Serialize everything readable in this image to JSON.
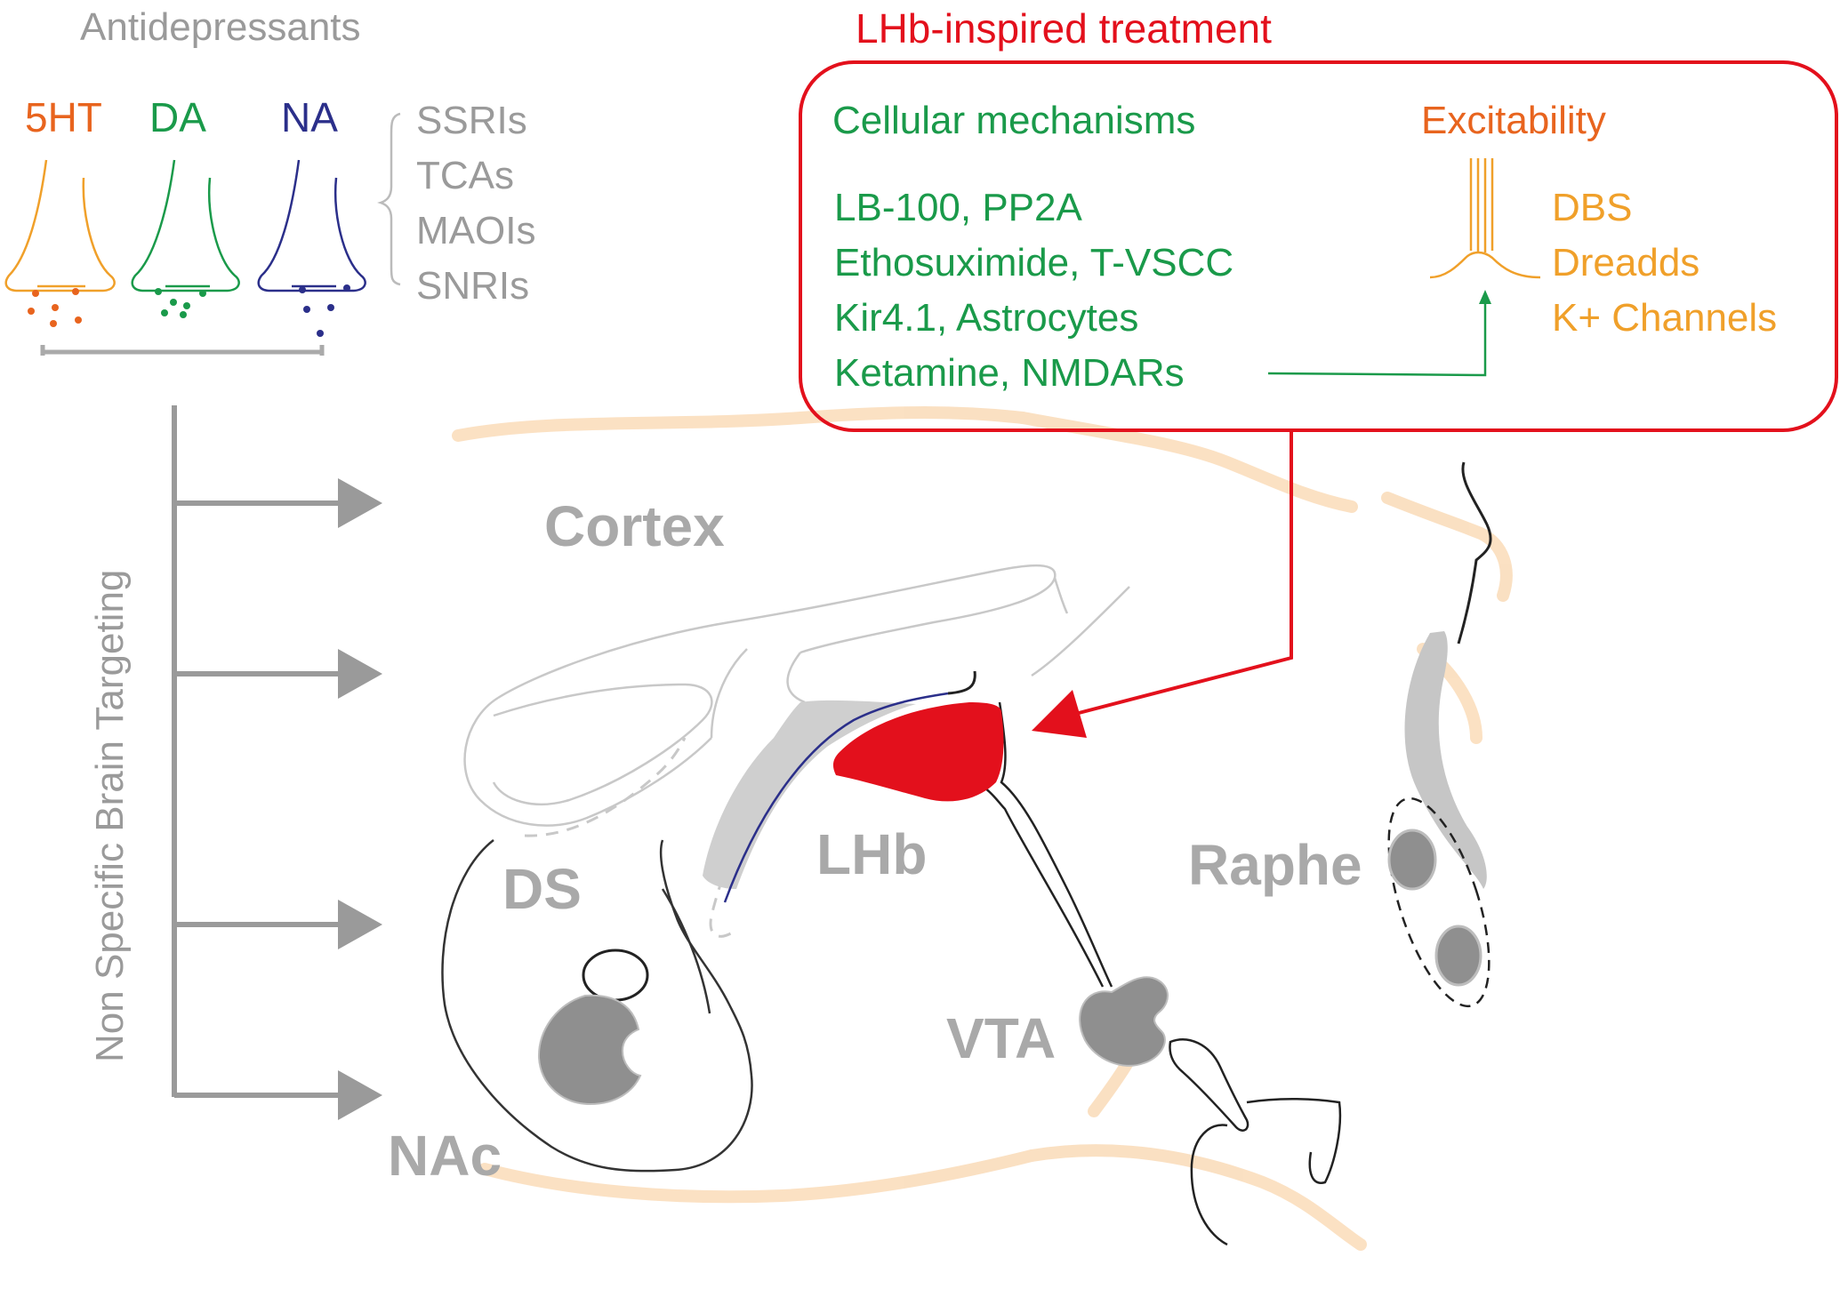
{
  "antidepressants": {
    "title": "Antidepressants",
    "transmitters": [
      {
        "label": "5HT",
        "color": "#e8641e"
      },
      {
        "label": "DA",
        "color": "#1a9a4a"
      },
      {
        "label": "NA",
        "color": "#2b2f8a"
      }
    ],
    "drug_classes": [
      "SSRIs",
      "TCAs",
      "MAOIs",
      "SNRIs"
    ]
  },
  "targeting_label": "Non Specific Brain Targeting",
  "lhb_treatment": {
    "title": "LHb-inspired treatment",
    "cellular": {
      "heading": "Cellular mechanisms",
      "items": [
        "LB-100, PP2A",
        "Ethosuximide, T-VSCC",
        "Kir4.1, Astrocytes",
        "Ketamine, NMDARs"
      ]
    },
    "excitability": {
      "heading": "Excitability",
      "items": [
        "DBS",
        "Dreadds",
        "K+ Channels"
      ]
    }
  },
  "regions": {
    "cortex": "Cortex",
    "ds": "DS",
    "lhb": "LHb",
    "raphe": "Raphe",
    "vta": "VTA",
    "nac": "NAc"
  },
  "colors": {
    "red": "#e3101c",
    "green": "#1a9a4a",
    "orange": "#e8641e",
    "gold": "#f0a02a",
    "navy": "#2b2f8a",
    "grey_text": "#9a9a9a",
    "region_grey": "#8a8a8a",
    "region_label": "#a9a9a9",
    "brain_outline": "#f6c68f"
  }
}
